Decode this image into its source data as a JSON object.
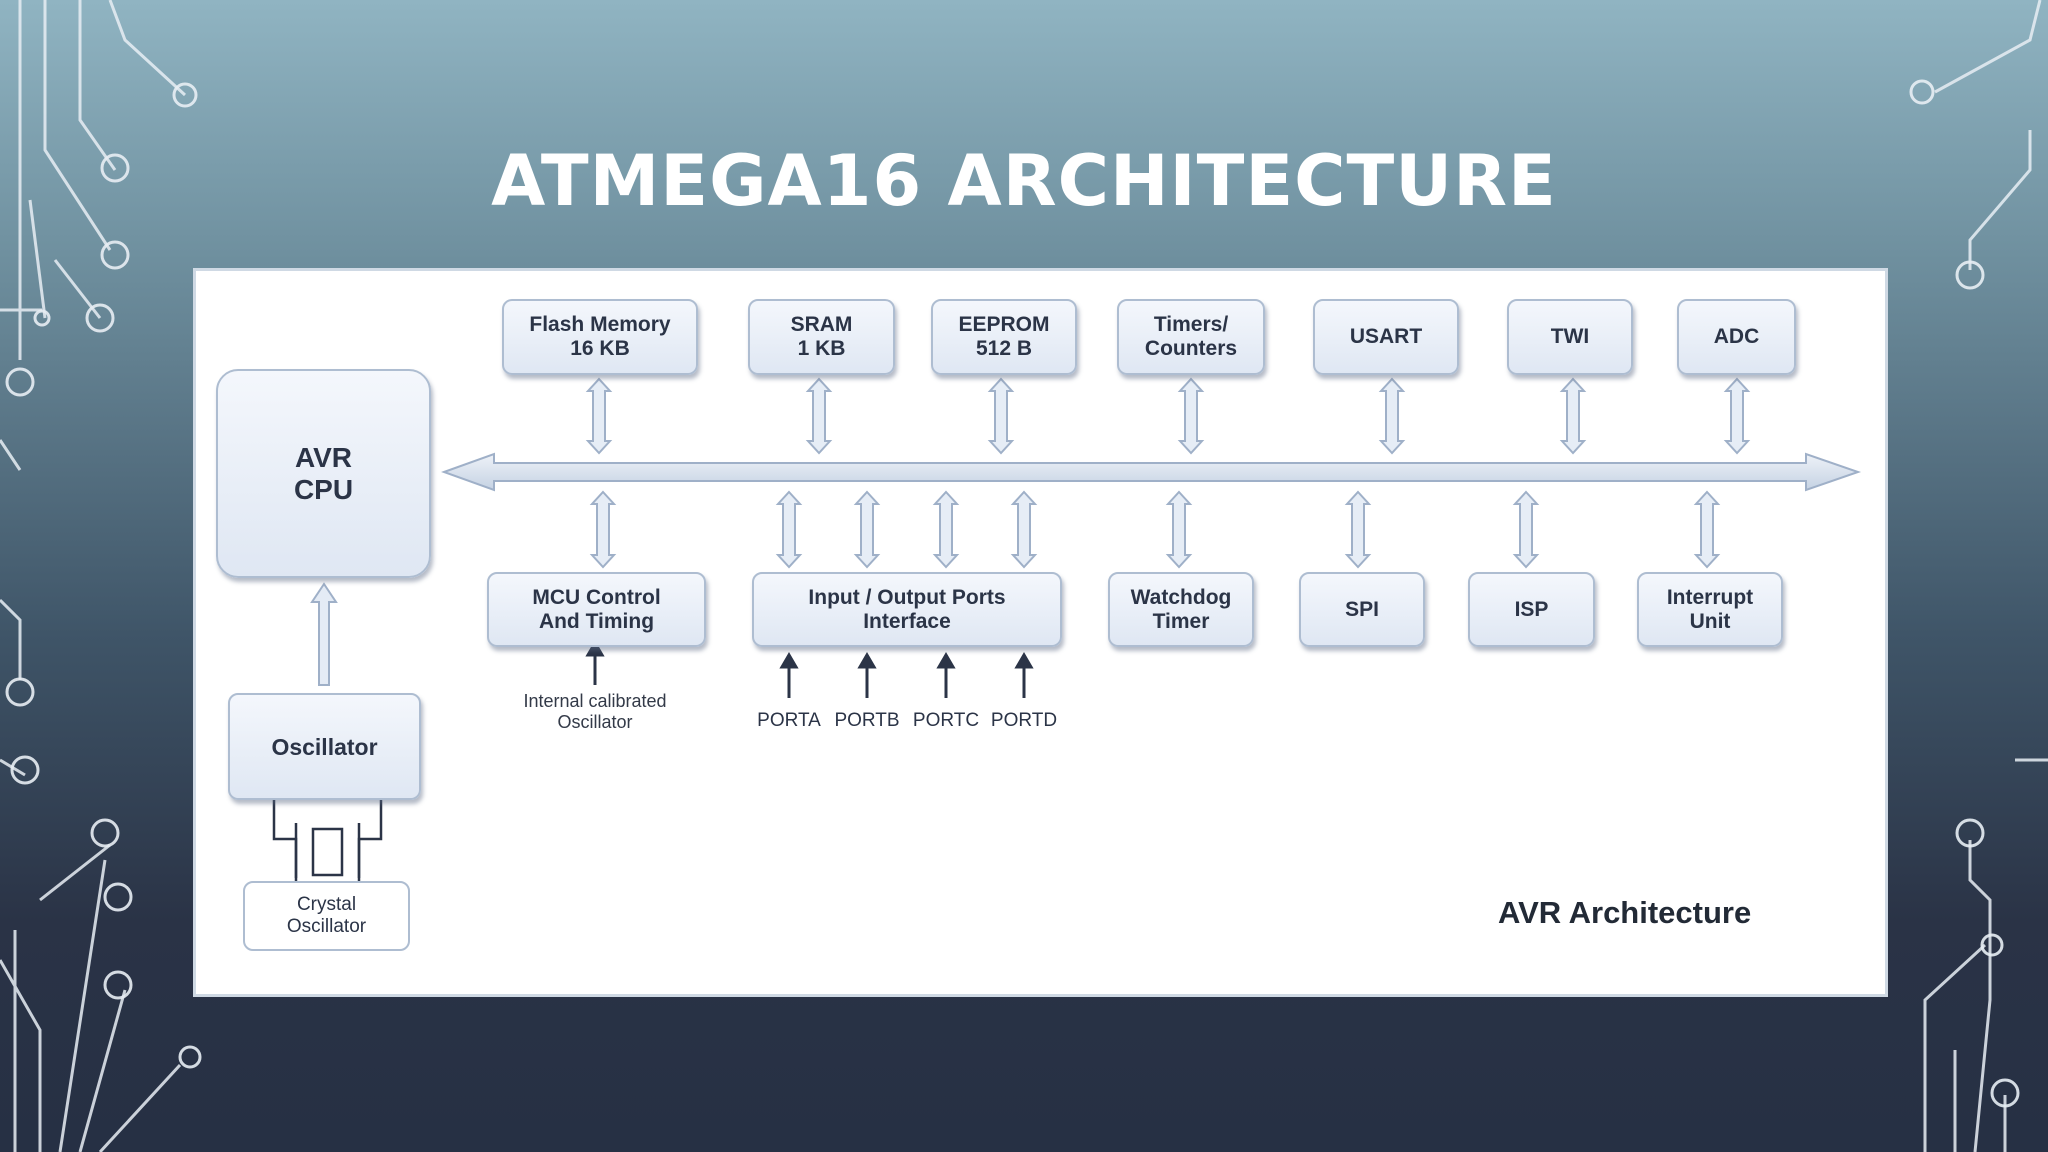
{
  "slide": {
    "title": "ATMEGA16 ARCHITECTURE"
  },
  "diagram": {
    "cpu": "AVR\nCPU",
    "oscillator": "Oscillator",
    "crystal": "Crystal\nOscillator",
    "top_blocks": [
      {
        "label": "Flash Memory\n16 KB"
      },
      {
        "label": "SRAM\n1 KB"
      },
      {
        "label": "EEPROM\n512 B"
      },
      {
        "label": "Timers/\nCounters"
      },
      {
        "label": "USART"
      },
      {
        "label": "TWI"
      },
      {
        "label": "ADC"
      }
    ],
    "bottom_blocks": [
      {
        "label": "MCU Control\nAnd Timing"
      },
      {
        "label": "Input / Output Ports\nInterface"
      },
      {
        "label": "Watchdog\nTimer"
      },
      {
        "label": "SPI"
      },
      {
        "label": "ISP"
      },
      {
        "label": "Interrupt\nUnit"
      }
    ],
    "internal_osc_label": "Internal calibrated\nOscillator",
    "ports": [
      "PORTA",
      "PORTB",
      "PORTC",
      "PORTD"
    ],
    "caption": "AVR Architecture"
  },
  "colors": {
    "bus_fill": "#dbe4f0",
    "bus_stroke": "#9fb0c8",
    "arrow_dark": "#3c4a62"
  }
}
